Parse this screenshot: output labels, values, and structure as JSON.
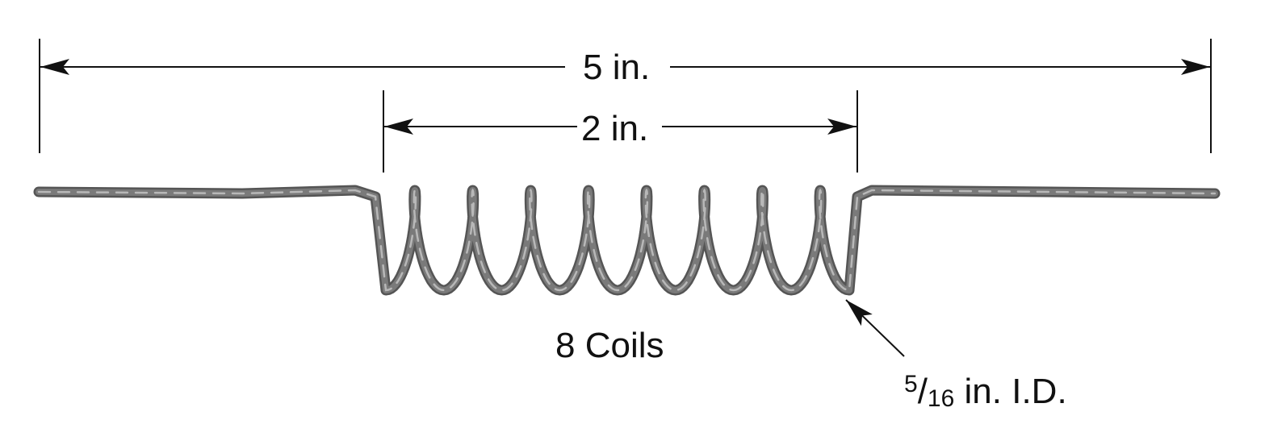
{
  "dimensions": {
    "overall_length": "5 in.",
    "coil_length": "2 in."
  },
  "coil": {
    "count_label": "8 Coils",
    "coil_count": 8
  },
  "inner_diameter": {
    "numerator": "5",
    "slash": "/",
    "denominator": "16",
    "suffix": " in. I.D."
  },
  "colors": {
    "wire": "#6b6b6b",
    "wire_highlight": "#b5b5b5",
    "line": "#111111"
  }
}
